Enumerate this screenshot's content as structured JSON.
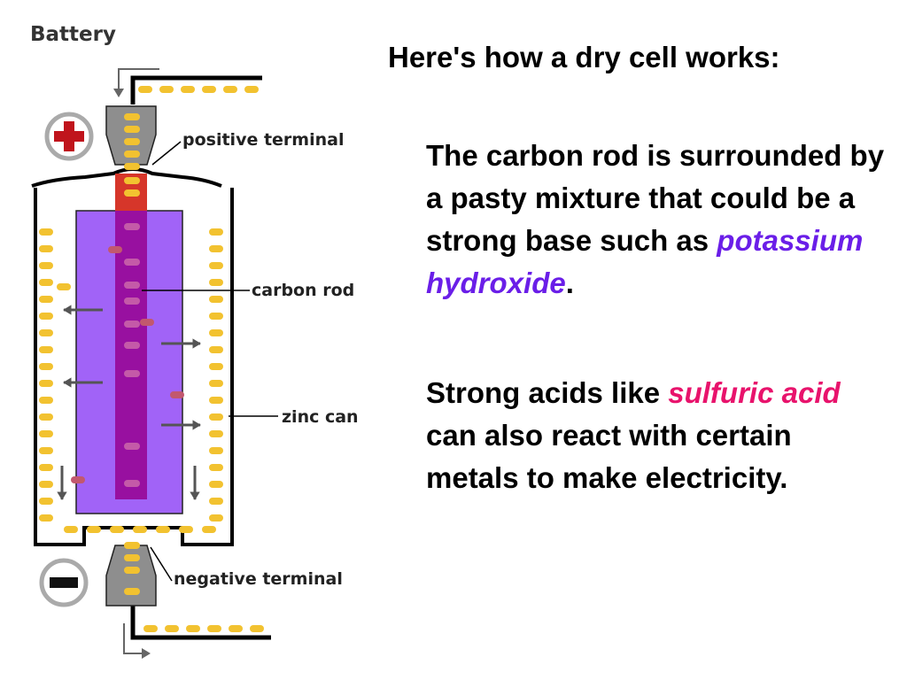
{
  "colors": {
    "purple_highlight": "#6a1ee8",
    "pink_highlight": "#e8136c",
    "electrolyte": "#a163f7",
    "carbon_rod": "#9810a0",
    "rod_top": "#d6362a",
    "electron": "#f2c230",
    "terminal": "#8e8e8e",
    "plus_sign": "#c0141c"
  },
  "diagram": {
    "title": "Battery",
    "labels": {
      "positive_terminal": "positive terminal",
      "carbon_rod": "carbon rod",
      "zinc_can": "zinc can",
      "negative_terminal": "negative terminal"
    },
    "icons": {
      "positive": "plus-circle-icon",
      "negative": "minus-circle-icon"
    }
  },
  "text": {
    "heading": "Here's how a dry cell works:",
    "p1_before": "The carbon rod is surrounded by a pasty mixture that could be a strong base such as ",
    "p1_highlight": "potassium hydroxide",
    "p1_after": ".",
    "p2_before": "Strong acids like ",
    "p2_highlight": "sulfuric acid",
    "p2_after": " can also react with certain metals to make electricity."
  }
}
